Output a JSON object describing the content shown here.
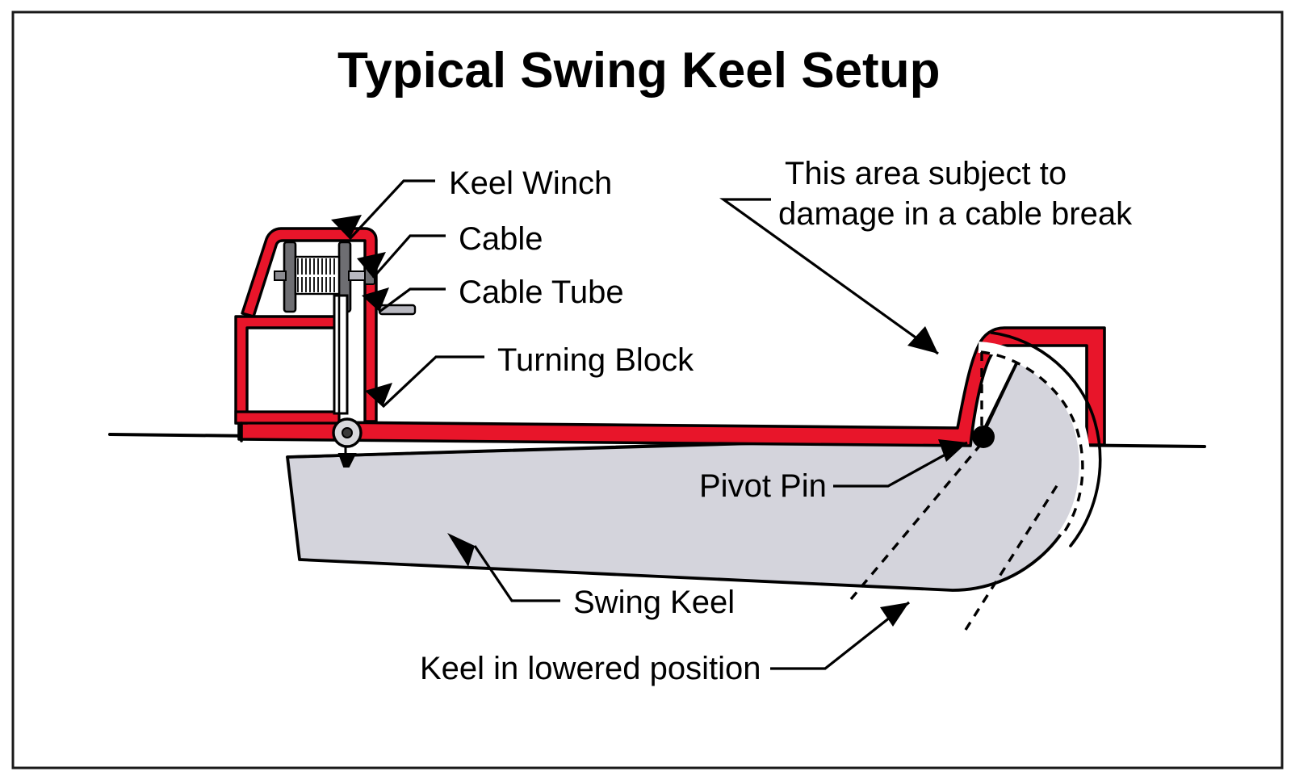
{
  "document": {
    "title": "Typical Swing Keel Setup",
    "type": "technical-illustration",
    "subject": "sailboat swing keel mechanism, side elevation view"
  },
  "colors": {
    "hull_red": "#e8152a",
    "keel_gray": "#d4d4dc",
    "outline_black": "#000000",
    "background_white": "#ffffff",
    "metal_gray": "#b8b8c0",
    "dark_metal": "#5a5a5a"
  },
  "labels": {
    "keel_winch": "Keel Winch",
    "cable": "Cable",
    "cable_tube": "Cable Tube",
    "turning_block": "Turning Block",
    "pivot_pin": "Pivot Pin",
    "swing_keel": "Swing Keel",
    "keel_lowered": "Keel in lowered position",
    "damage_line1": "This area subject to",
    "damage_line2": "damage in  a cable break"
  },
  "parts": [
    {
      "id": "keel-winch",
      "name": "Keel Winch",
      "note": "drum winch with coiled cable mounted in cabin trunk"
    },
    {
      "id": "cable",
      "name": "Cable",
      "note": "runs from winch drum down through cable tube"
    },
    {
      "id": "cable-tube",
      "name": "Cable Tube",
      "note": "vertical conduit guiding the cable through the hull"
    },
    {
      "id": "turning-block",
      "name": "Turning Block",
      "note": "sheave at hull bottom redirecting cable to keel"
    },
    {
      "id": "pivot-pin",
      "name": "Pivot Pin",
      "note": "hinge point the keel swings about"
    },
    {
      "id": "swing-keel",
      "name": "Swing Keel",
      "note": "retractable ballast keel shown raised"
    },
    {
      "id": "keel-lowered",
      "name": "Keel in lowered position",
      "note": "dashed outline indicating fully lowered keel"
    },
    {
      "id": "damage-area",
      "name": "This area subject to damage in a cable break",
      "note": "keel trunk aft region at risk if cable parts"
    }
  ]
}
